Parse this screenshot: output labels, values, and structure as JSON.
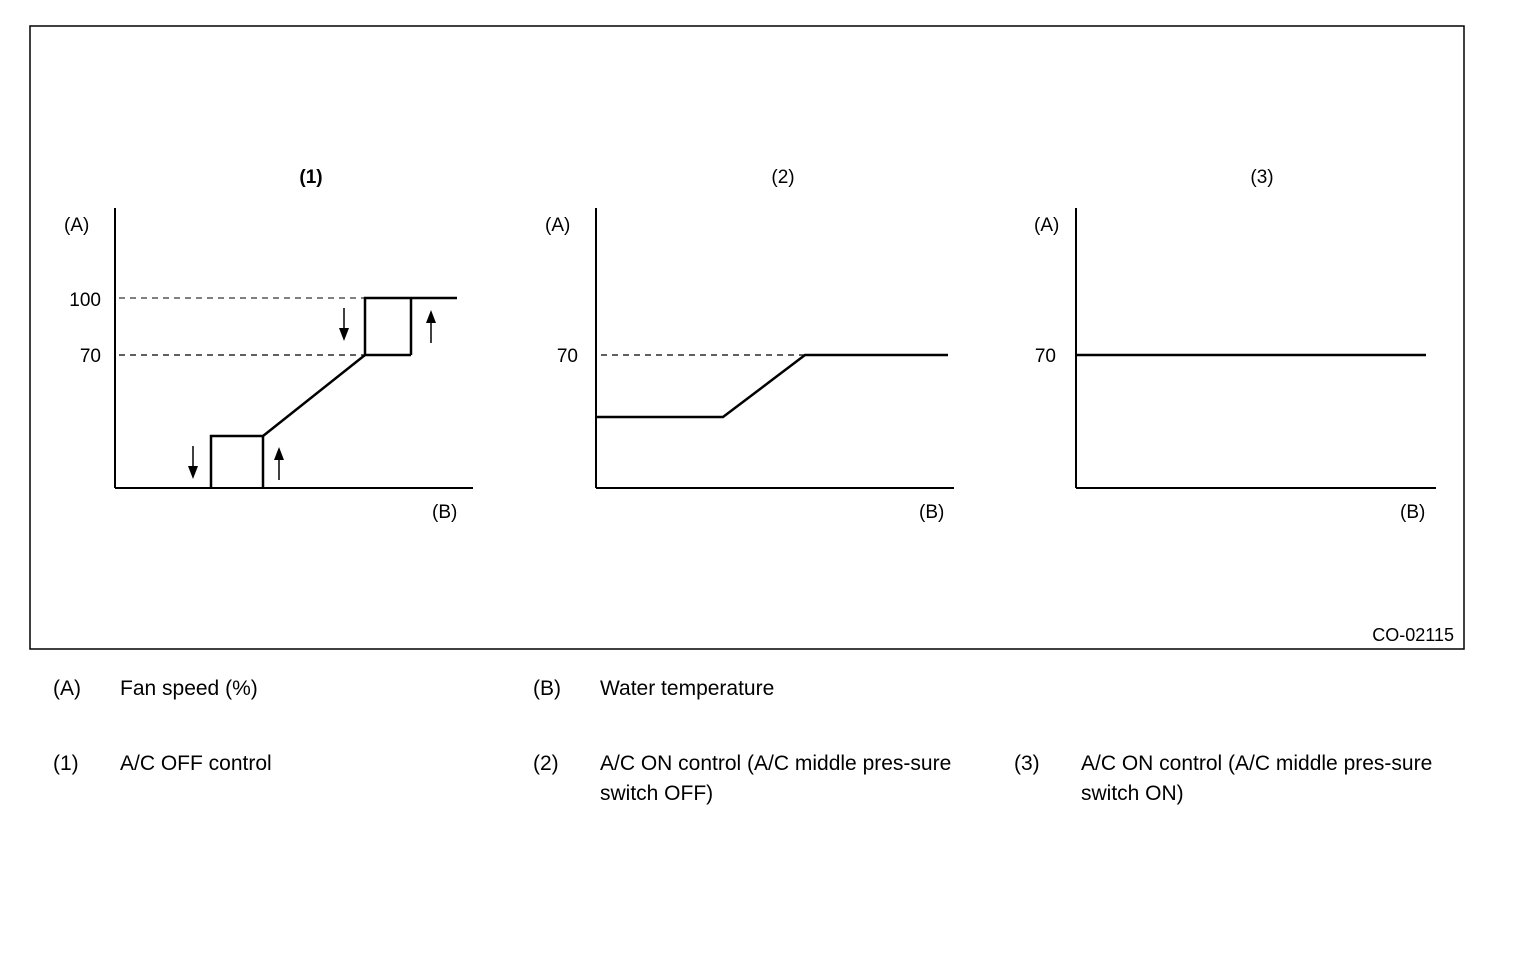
{
  "figure_id": "CO-02115",
  "panels": [
    {
      "number": "(1)",
      "y_axis_label": "(A)",
      "x_axis_label": "(B)",
      "y_ticks": [
        "100",
        "70"
      ]
    },
    {
      "number": "(2)",
      "y_axis_label": "(A)",
      "x_axis_label": "(B)",
      "y_ticks": [
        "70"
      ]
    },
    {
      "number": "(3)",
      "y_axis_label": "(A)",
      "x_axis_label": "(B)",
      "y_ticks": [
        "70"
      ]
    }
  ],
  "legend": [
    {
      "code": "(A)",
      "text": "Fan speed (%)"
    },
    {
      "code": "(B)",
      "text": "Water temperature"
    },
    {
      "code": "(1)",
      "text": "A/C OFF control"
    },
    {
      "code": "(2)",
      "text": "A/C ON control (A/C middle pres-sure switch OFF)"
    },
    {
      "code": "(3)",
      "text": "A/C ON control (A/C middle pres-sure switch ON)"
    }
  ]
}
